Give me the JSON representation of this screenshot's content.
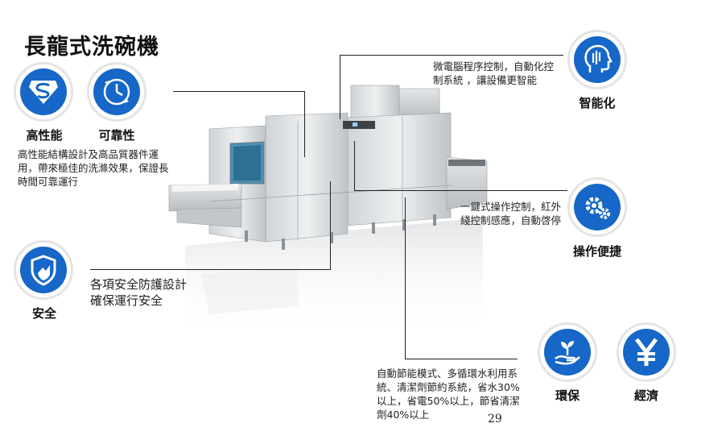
{
  "title": "長龍式洗碗機",
  "features": {
    "performance": {
      "label": "高性能",
      "icon": "superman-s-icon"
    },
    "reliable": {
      "label": "可靠性",
      "icon": "clock-icon"
    },
    "reliability_desc": "高性能結構設計及高品質器件運用，帶來極佳的洗滌效果，保證長時間可靠運行",
    "safety": {
      "label": "安全",
      "icon": "shield-icon",
      "desc_line1": "各項安全防護設計",
      "desc_line2": "確保運行安全"
    },
    "smart": {
      "label": "智能化",
      "icon": "head-brain-icon",
      "desc": "微電腦程序控制，自動化控制系統 ，讓設備更智能"
    },
    "operation": {
      "label": "操作便捷",
      "icon": "gears-icon",
      "desc": "一鍵式操作控制，紅外綫控制感應，自動啓停"
    },
    "eco": {
      "label": "環保",
      "icon": "plant-hand-icon"
    },
    "economy": {
      "label": "經濟",
      "icon": "yen-icon"
    },
    "eco_desc": "自動節能模式、多循環水利用系統、清潔劑節約系統，省水30%以上，省電50%以上，節省清潔劑40%以上"
  },
  "page_number": "29",
  "colors": {
    "accent": "#1667c7"
  }
}
